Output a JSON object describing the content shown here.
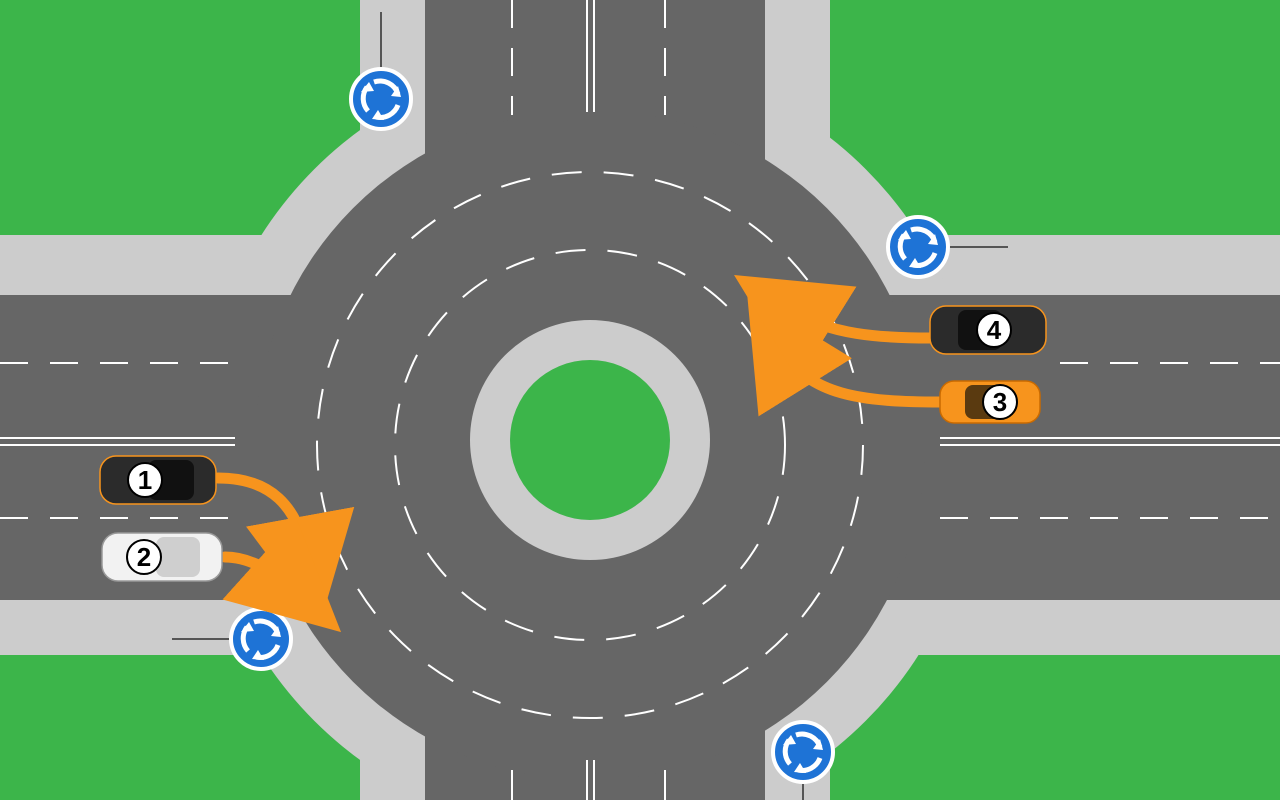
{
  "colors": {
    "grass": "#3cb54a",
    "sidewalk": "#cccccc",
    "road": "#666666",
    "marking": "#ffffff",
    "arrow": "#f7941d",
    "sign": "#1e73d6"
  },
  "signs": [
    {
      "icon": "roundabout-sign-icon"
    },
    {
      "icon": "roundabout-sign-icon"
    },
    {
      "icon": "roundabout-sign-icon"
    },
    {
      "icon": "roundabout-sign-icon"
    }
  ],
  "cars": [
    {
      "label": "1",
      "body_color": "#2b2b2b"
    },
    {
      "label": "2",
      "body_color": "#f2f2f2"
    },
    {
      "label": "3",
      "body_color": "#f7941d"
    },
    {
      "label": "4",
      "body_color": "#2b2b2b"
    }
  ]
}
